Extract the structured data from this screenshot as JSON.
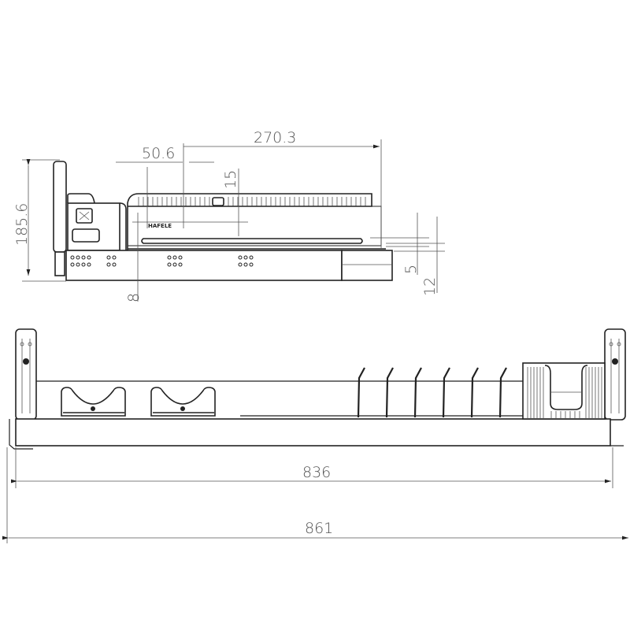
{
  "drawing": {
    "type": "technical-drawing",
    "subject": "pull-out dish rack drawer",
    "brand_label": "HAFELE",
    "colors": {
      "line": "#222222",
      "dimension_text": "#555555",
      "background": "#ffffff"
    }
  },
  "side_view": {
    "dimensions": {
      "height": "185.6",
      "depth_offset": "50.6",
      "depth": "270.3",
      "rail_gap": "15",
      "base_offset": "8",
      "small_gap": "5",
      "rail_height": "12"
    }
  },
  "front_view": {
    "dimensions": {
      "inner_width": "836",
      "overall_width": "861"
    },
    "components": [
      "bowl-holder",
      "bowl-holder",
      "plate-divider",
      "plate-divider",
      "plate-divider",
      "plate-divider",
      "plate-divider",
      "plate-divider",
      "cup-basket"
    ]
  }
}
